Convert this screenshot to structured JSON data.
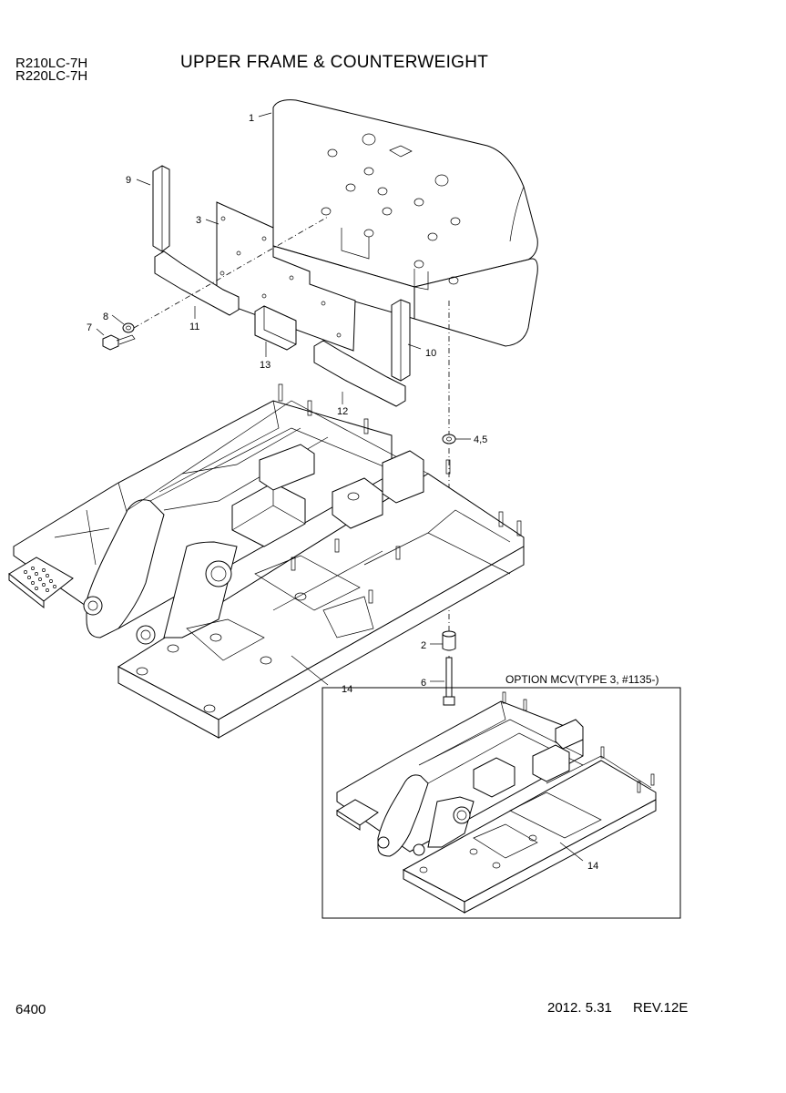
{
  "header": {
    "models": [
      "R210LC-7H",
      "R220LC-7H"
    ],
    "title": "UPPER FRAME & COUNTERWEIGHT"
  },
  "callouts": [
    "1",
    "2",
    "3",
    "4,5",
    "6",
    "7",
    "8",
    "9",
    "10",
    "11",
    "12",
    "13",
    "14",
    "14"
  ],
  "option": {
    "label": "OPTION MCV(TYPE 3, #1135-)"
  },
  "footer": {
    "page": "6400",
    "date": "2012. 5.31",
    "revision": "REV.12E"
  }
}
